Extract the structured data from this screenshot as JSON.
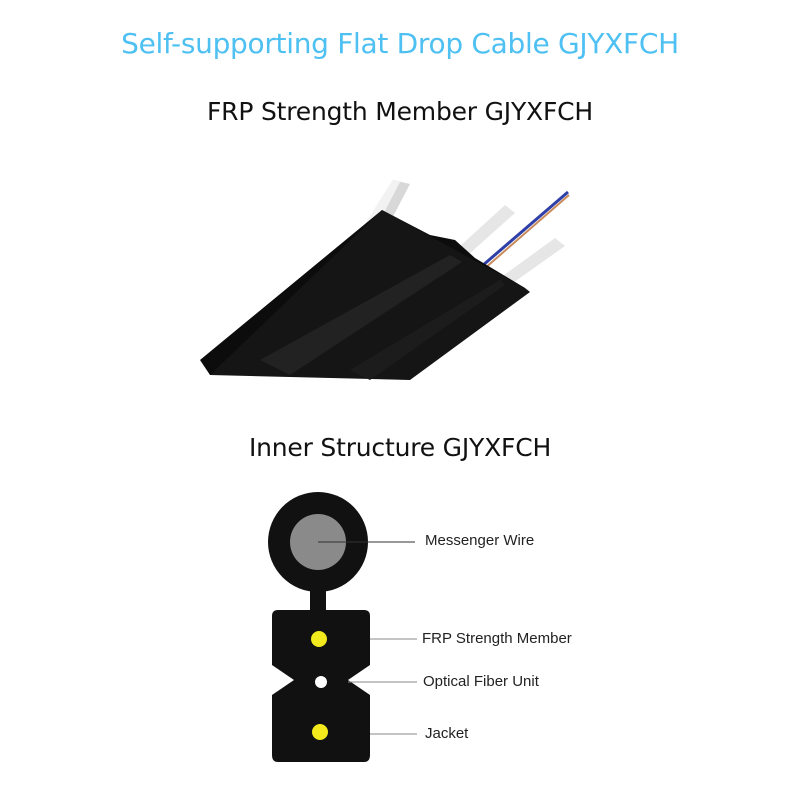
{
  "header": {
    "title": "Self-supporting Flat Drop Cable GJYXFCH",
    "title_color": "#4ec0f2"
  },
  "sections": {
    "photo": {
      "heading": "FRP Strength Member GJYXFCH"
    },
    "structure": {
      "heading": "Inner Structure GJYXFCH"
    }
  },
  "diagram": {
    "labels": [
      {
        "text": "Messenger Wire"
      },
      {
        "text": "FRP Strength Member"
      },
      {
        "text": "Optical Fiber Unit"
      },
      {
        "text": "Jacket"
      }
    ],
    "colors": {
      "jacket": "#111111",
      "messenger": "#8a8a8a",
      "frp": "#f2ea1c",
      "fiber": "#ffffff"
    }
  }
}
